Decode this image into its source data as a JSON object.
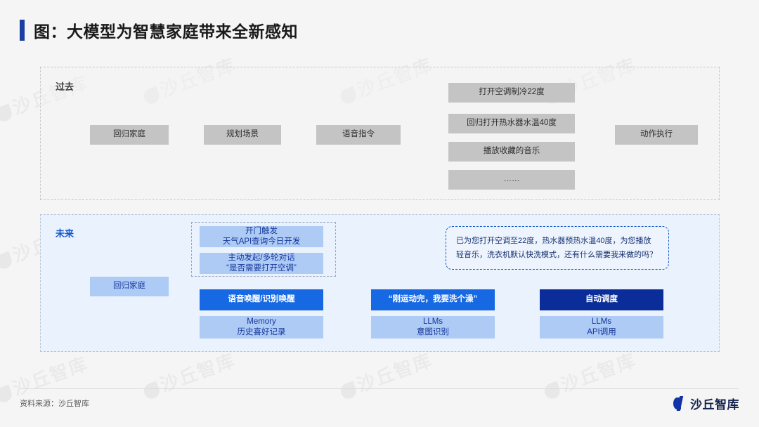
{
  "header": {
    "title": "图：大模型为智慧家庭带来全新感知"
  },
  "past": {
    "label": "过去",
    "chain": [
      {
        "id": "p1",
        "text": "回归家庭"
      },
      {
        "id": "p2",
        "text": "规划场景"
      },
      {
        "id": "p3",
        "text": "语音指令"
      }
    ],
    "branches": [
      {
        "id": "b1",
        "text": "打开空调制冷22度"
      },
      {
        "id": "b2",
        "text": "回归打开热水器水温40度"
      },
      {
        "id": "b3",
        "text": "播放收藏的音乐"
      },
      {
        "id": "b4",
        "text": "……"
      }
    ],
    "result": {
      "id": "p4",
      "text": "动作执行"
    }
  },
  "future": {
    "label": "未来",
    "entry": {
      "text": "回归家庭"
    },
    "trigger_group": [
      {
        "id": "f1",
        "line1": "开门触发",
        "line2": "天气API查询今日开发"
      },
      {
        "id": "f2",
        "line1": "主动发起/多轮对话",
        "line2": "“是否需要打开空调”"
      }
    ],
    "row_wake": [
      {
        "id": "w1",
        "text": "语音唤醒/识别唤醒",
        "style": "blue"
      },
      {
        "id": "w2",
        "text": "“刚运动完，我要洗个澡”",
        "style": "blue"
      },
      {
        "id": "w3",
        "text": "自动调度",
        "style": "navy"
      }
    ],
    "row_memory": [
      {
        "id": "m1",
        "line1": "Memory",
        "line2": "历史喜好记录"
      },
      {
        "id": "m2",
        "line1": "LLMs",
        "line2": "意图识别"
      },
      {
        "id": "m3",
        "line1": "LLMs",
        "line2": "API调用"
      }
    ],
    "callout": {
      "line1": "已为您打开空调至22度，热水器预热水温40度，为您播放",
      "line2": "轻音乐，洗衣机默认快洗模式，还有什么需要我来做的吗？"
    }
  },
  "footer": {
    "source": "资料来源：沙丘智库",
    "brand": "沙丘智库"
  },
  "colors": {
    "accent_blue": "#1668e3",
    "navy": "#0b2d99",
    "light_blue": "#aecbf5",
    "gray_box": "#c4c4c4",
    "panel_future_bg": "#eaf2fd",
    "title_bar": "#1a3fa0"
  },
  "watermark": {
    "text": "沙丘智库"
  }
}
